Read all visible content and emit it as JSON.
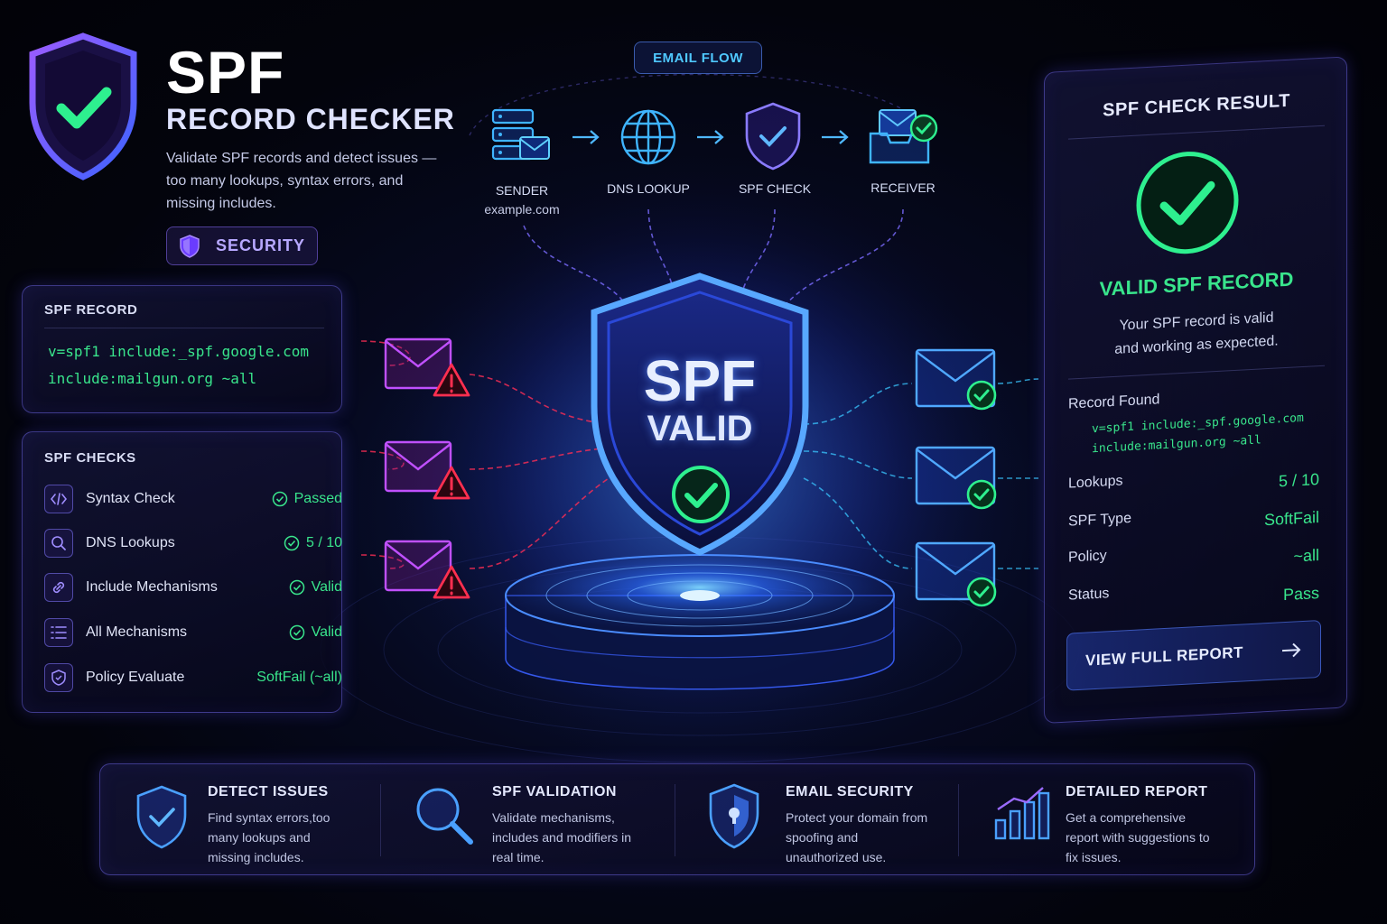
{
  "header": {
    "title": "SPF",
    "subtitle": "RECORD CHECKER",
    "description": "Validate SPF records and detect issues — too many lookups, syntax errors, and missing includes.",
    "badge": "SECURITY"
  },
  "record_panel": {
    "title": "SPF RECORD",
    "line1": "v=spf1 include:_spf.google.com",
    "line2": "include:mailgun.org ~all"
  },
  "checks_panel": {
    "title": "SPF CHECKS",
    "items": [
      {
        "label": "Syntax Check",
        "value": "Passed",
        "icon": "code-icon"
      },
      {
        "label": "DNS Lookups",
        "value": "5 / 10",
        "icon": "search-icon"
      },
      {
        "label": "Include Mechanisms",
        "value": "Valid",
        "icon": "link-icon"
      },
      {
        "label": "All Mechanisms",
        "value": "Valid",
        "icon": "list-icon"
      },
      {
        "label": "Policy Evaluate",
        "value": "SoftFail (~all)",
        "icon": "shield-icon"
      }
    ]
  },
  "flow": {
    "title": "EMAIL FLOW",
    "steps": [
      {
        "label": "SENDER",
        "sublabel": "example.com",
        "icon": "server-icon"
      },
      {
        "label": "DNS LOOKUP",
        "icon": "globe-icon"
      },
      {
        "label": "SPF CHECK",
        "icon": "shield-check-icon"
      },
      {
        "label": "RECEIVER",
        "icon": "inbox-icon"
      }
    ]
  },
  "center": {
    "line1": "SPF",
    "line2": "VALID"
  },
  "result": {
    "title": "SPF CHECK RESULT",
    "status_title": "VALID SPF RECORD",
    "status_desc_line1": "Your SPF record is valid",
    "status_desc_line2": "and working as expected.",
    "record_found_label": "Record Found",
    "record_line1": "v=spf1 include:_spf.google.com",
    "record_line2": "include:mailgun.org ~all",
    "rows": [
      {
        "label": "Lookups",
        "value": "5 / 10"
      },
      {
        "label": "SPF Type",
        "value": "SoftFail"
      },
      {
        "label": "Policy",
        "value": "~all"
      },
      {
        "label": "Status",
        "value": "Pass"
      }
    ],
    "button": "VIEW FULL REPORT"
  },
  "features": [
    {
      "title": "DETECT ISSUES",
      "desc": "Find syntax errors,too many lookups and missing includes.",
      "icon": "shield-check-icon"
    },
    {
      "title": "SPF VALIDATION",
      "desc": "Validate mechanisms, includes and modifiers in real time.",
      "icon": "magnifier-icon"
    },
    {
      "title": "EMAIL SECURITY",
      "desc": "Protect your domain from spoofing and unauthorized use.",
      "icon": "shield-icon"
    },
    {
      "title": "DETAILED REPORT",
      "desc": "Get a comprehensive report with suggestions to fix issues.",
      "icon": "bar-chart-icon"
    }
  ],
  "colors": {
    "accent_green": "#39e58c",
    "accent_blue": "#3f7cff",
    "accent_purple": "#8a5cff",
    "warning_red": "#ff3050"
  }
}
